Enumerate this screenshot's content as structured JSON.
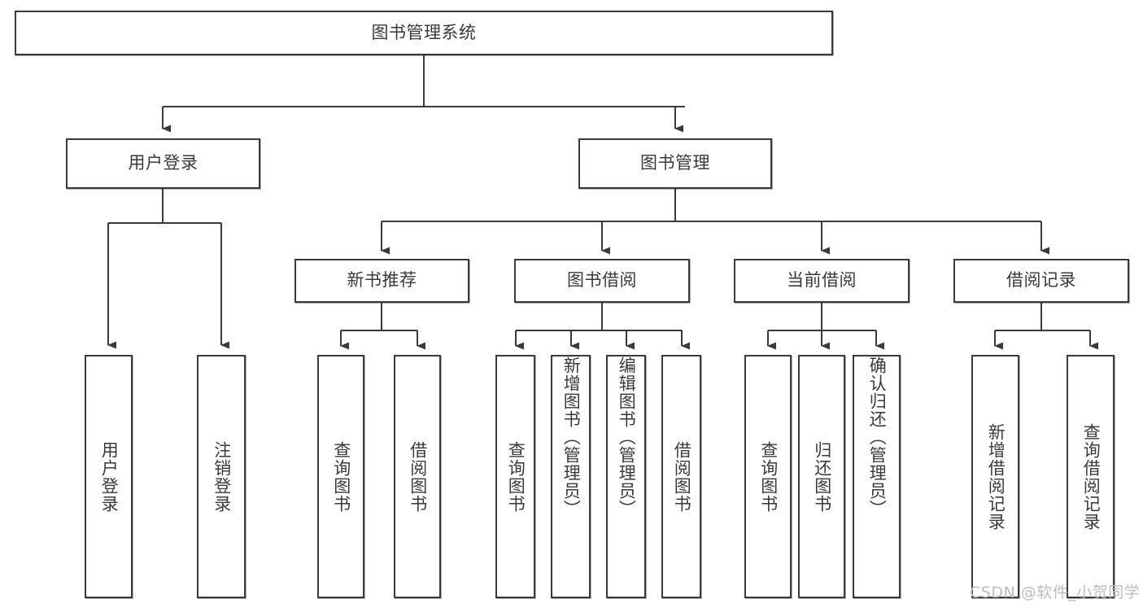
{
  "diagram": {
    "type": "tree-hierarchy",
    "title": "图书管理系统",
    "root": {
      "id": "root",
      "label": "图书管理系统",
      "level": 1
    },
    "level2": [
      {
        "id": "user-login",
        "label": "用户登录"
      },
      {
        "id": "book-manage",
        "label": "图书管理"
      }
    ],
    "level3": [
      {
        "id": "new-book-recommend",
        "label": "新书推荐",
        "parent": "book-manage"
      },
      {
        "id": "book-borrow",
        "label": "图书借阅",
        "parent": "book-manage"
      },
      {
        "id": "current-borrow",
        "label": "当前借阅",
        "parent": "book-manage"
      },
      {
        "id": "borrow-record",
        "label": "借阅记录",
        "parent": "book-manage"
      }
    ],
    "leaves": [
      {
        "id": "leaf-user-login",
        "label": "用户登录",
        "parent": "user-login"
      },
      {
        "id": "leaf-logout-login",
        "label": "注销登录",
        "parent": "user-login"
      },
      {
        "id": "leaf-query-book-recommend",
        "label": "查询图书",
        "parent": "new-book-recommend"
      },
      {
        "id": "leaf-borrow-book-recommend",
        "label": "借阅图书",
        "parent": "new-book-recommend"
      },
      {
        "id": "leaf-query-book-borrow",
        "label": "查询图书",
        "parent": "book-borrow"
      },
      {
        "id": "leaf-add-book",
        "label": "新增图书（管理员）",
        "parent": "book-borrow"
      },
      {
        "id": "leaf-edit-book",
        "label": "编辑图书（管理员）",
        "parent": "book-borrow"
      },
      {
        "id": "leaf-borrow-book",
        "label": "借阅图书",
        "parent": "book-borrow"
      },
      {
        "id": "leaf-query-book-current",
        "label": "查询图书",
        "parent": "current-borrow"
      },
      {
        "id": "leaf-return-book",
        "label": "归还图书",
        "parent": "current-borrow"
      },
      {
        "id": "leaf-confirm-return",
        "label": "确认归还（管理员）",
        "parent": "current-borrow"
      },
      {
        "id": "leaf-add-record",
        "label": "新增借阅记录",
        "parent": "borrow-record"
      },
      {
        "id": "leaf-query-record",
        "label": "查询借阅记录",
        "parent": "borrow-record"
      }
    ],
    "watermark": "CSDN @软件_小贺同学",
    "colors": {
      "stroke": "#3a3a3a",
      "fill": "#ffffff",
      "text": "#3a3a3a",
      "watermark": "#bdbdbd"
    }
  }
}
